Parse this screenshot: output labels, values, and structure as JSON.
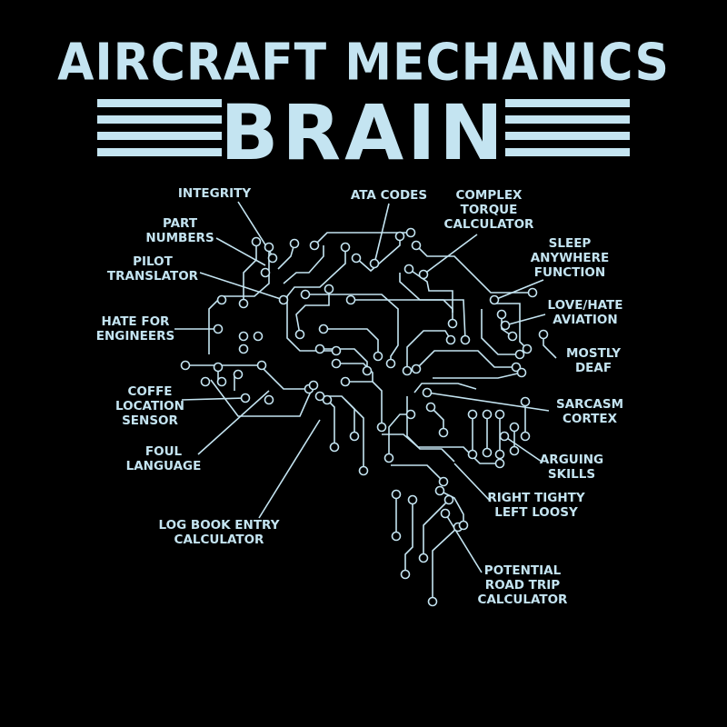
{
  "title": {
    "line1": "AIRCRAFT MECHANICS",
    "line2": "BRAIN"
  },
  "colors": {
    "background": "#000000",
    "accent": "#c4e4f1"
  },
  "labels": [
    {
      "id": "integrity",
      "text": "INTEGRITY"
    },
    {
      "id": "ata-codes",
      "text": "ATA CODES"
    },
    {
      "id": "complex-torque-calculator",
      "text": "COMPLEX\nTORQUE\nCALCULATOR"
    },
    {
      "id": "part-numbers",
      "text": "PART\nNUMBERS"
    },
    {
      "id": "pilot-translator",
      "text": "PILOT\nTRANSLATOR"
    },
    {
      "id": "sleep-anywhere-function",
      "text": "SLEEP\nANYWHERE\nFUNCTION"
    },
    {
      "id": "love-hate-aviation",
      "text": "LOVE/HATE\nAVIATION"
    },
    {
      "id": "hate-for-engineers",
      "text": "HATE FOR\nENGINEERS"
    },
    {
      "id": "mostly-deaf",
      "text": "MOSTLY\nDEAF"
    },
    {
      "id": "coffe-location-sensor",
      "text": "COFFE\nLOCATION\nSENSOR"
    },
    {
      "id": "sarcasm-cortex",
      "text": "SARCASM\nCORTEX"
    },
    {
      "id": "foul-language",
      "text": "FOUL\nLANGUAGE"
    },
    {
      "id": "arguing-skills",
      "text": "ARGUING\nSKILLS"
    },
    {
      "id": "right-tighty-left-loosy",
      "text": "RIGHT TIGHTY\nLEFT LOOSY"
    },
    {
      "id": "log-book-entry-calculator",
      "text": "LOG BOOK ENTRY\nCALCULATOR"
    },
    {
      "id": "potential-road-trip-calculator",
      "text": "POTENTIAL\nROAD TRIP\nCALCULATOR"
    }
  ]
}
